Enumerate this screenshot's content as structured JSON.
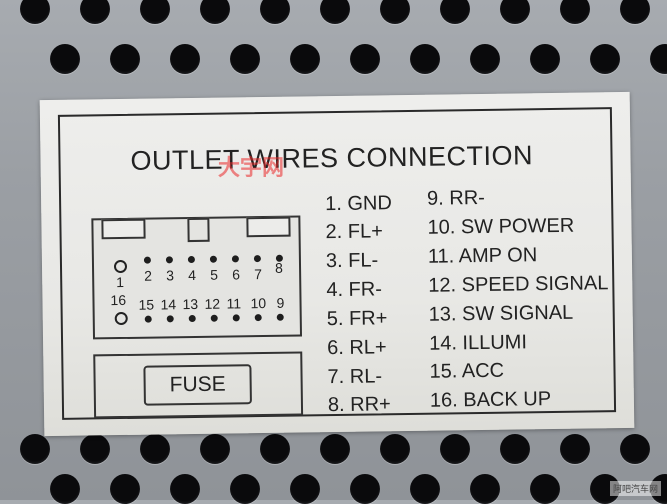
{
  "label": {
    "title": "OUTLET WIRES CONNECTION",
    "fuse": "FUSE",
    "connector_top_numbers": [
      "1",
      "2",
      "3",
      "4",
      "5",
      "6",
      "7",
      "8"
    ],
    "connector_bottom_numbers": [
      "16",
      "15",
      "14",
      "13",
      "12",
      "11",
      "10",
      "9"
    ],
    "wires_left": [
      "1. GND",
      "2. FL+",
      "3. FL-",
      "4. FR-",
      "5. FR+",
      "6. RL+",
      "7. RL-",
      "8. RR+"
    ],
    "wires_right": [
      "9. RR-",
      "10. SW POWER",
      "11. AMP ON",
      "12. SPEED SIGNAL",
      "13. SW SIGNAL",
      "14. ILLUMI",
      "15. ACC",
      "16. BACK UP"
    ]
  },
  "watermark": "大宇网",
  "corner_logo": "阿吧汽车网"
}
